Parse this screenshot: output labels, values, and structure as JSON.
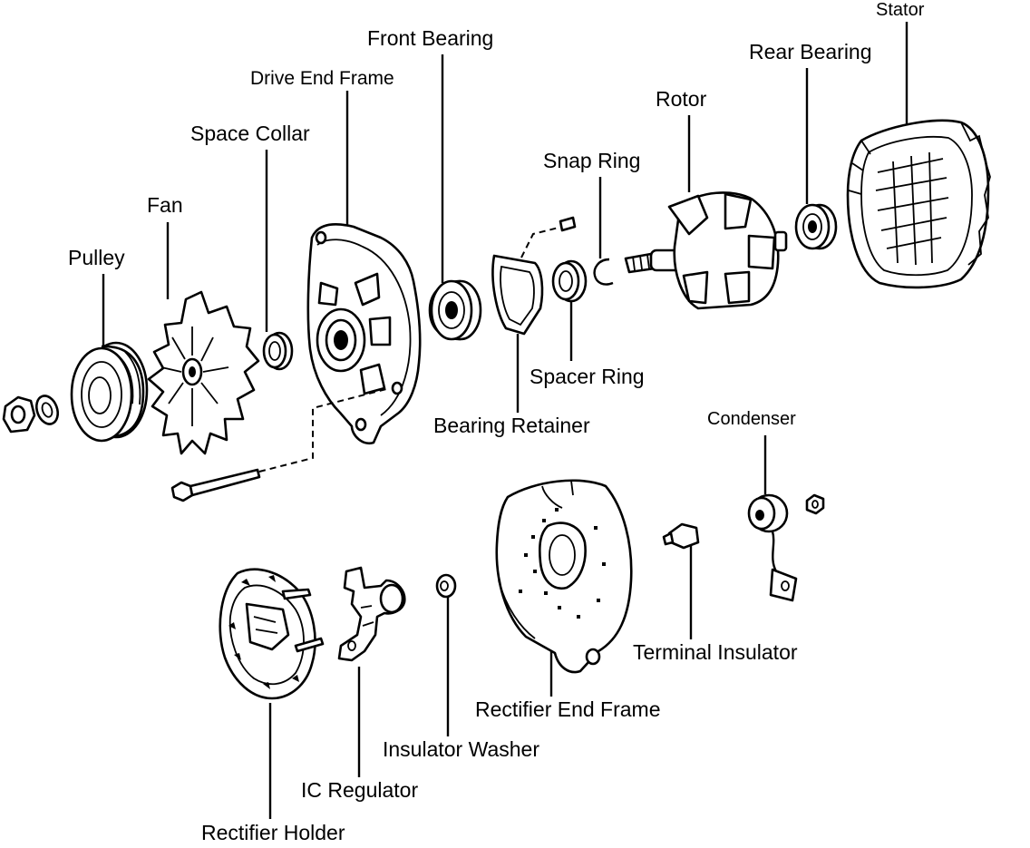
{
  "labels": {
    "stator": "Stator",
    "rear_bearing": "Rear Bearing",
    "front_bearing": "Front Bearing",
    "drive_end_frame": "Drive End Frame",
    "rotor": "Rotor",
    "space_collar": "Space Collar",
    "snap_ring": "Snap Ring",
    "fan": "Fan",
    "pulley": "Pulley",
    "spacer_ring": "Spacer Ring",
    "bearing_retainer": "Bearing Retainer",
    "condenser": "Condenser",
    "terminal_insulator": "Terminal Insulator",
    "rectifier_end_frame": "Rectifier End Frame",
    "insulator_washer": "Insulator Washer",
    "ic_regulator": "IC Regulator",
    "rectifier_holder": "Rectifier Holder"
  }
}
